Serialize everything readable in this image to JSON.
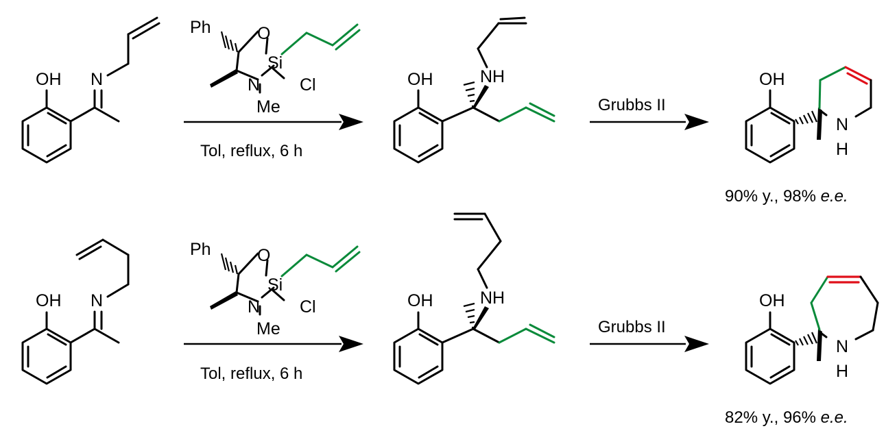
{
  "atoms": {
    "oh": "OH",
    "n": "N",
    "nh": "NH",
    "h": "H",
    "ph": "Ph",
    "o": "O",
    "si": "Si",
    "cl": "Cl",
    "me": "Me"
  },
  "colors": {
    "new_bond_green": "#0a8a3a",
    "rcm_alkene_red": "#e0101a"
  },
  "reactions": [
    {
      "conditions_above": "",
      "conditions_below": "Tol, reflux, 6 h",
      "rcm_reagent": "Grubbs II",
      "result_yield": "90% y., ",
      "result_ee": "98% ",
      "result_ee_label": "e.e."
    },
    {
      "conditions_above": "",
      "conditions_below": "Tol, reflux, 6 h",
      "rcm_reagent": "Grubbs II",
      "result_yield": "82% y., ",
      "result_ee": "96% ",
      "result_ee_label": "e.e."
    }
  ]
}
